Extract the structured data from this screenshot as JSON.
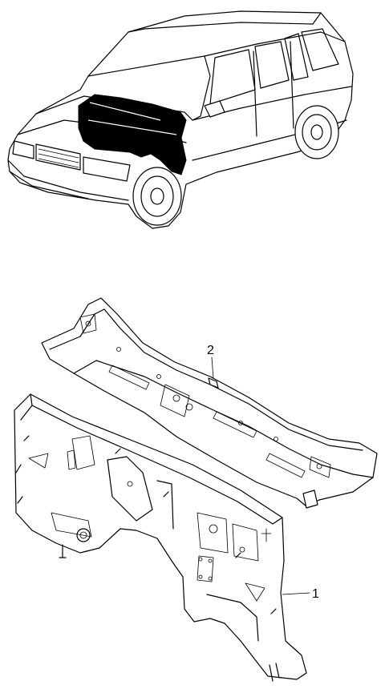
{
  "callouts": [
    {
      "label": "2",
      "part": "cowl-top-panel"
    },
    {
      "label": "1",
      "part": "dash-panel"
    }
  ]
}
